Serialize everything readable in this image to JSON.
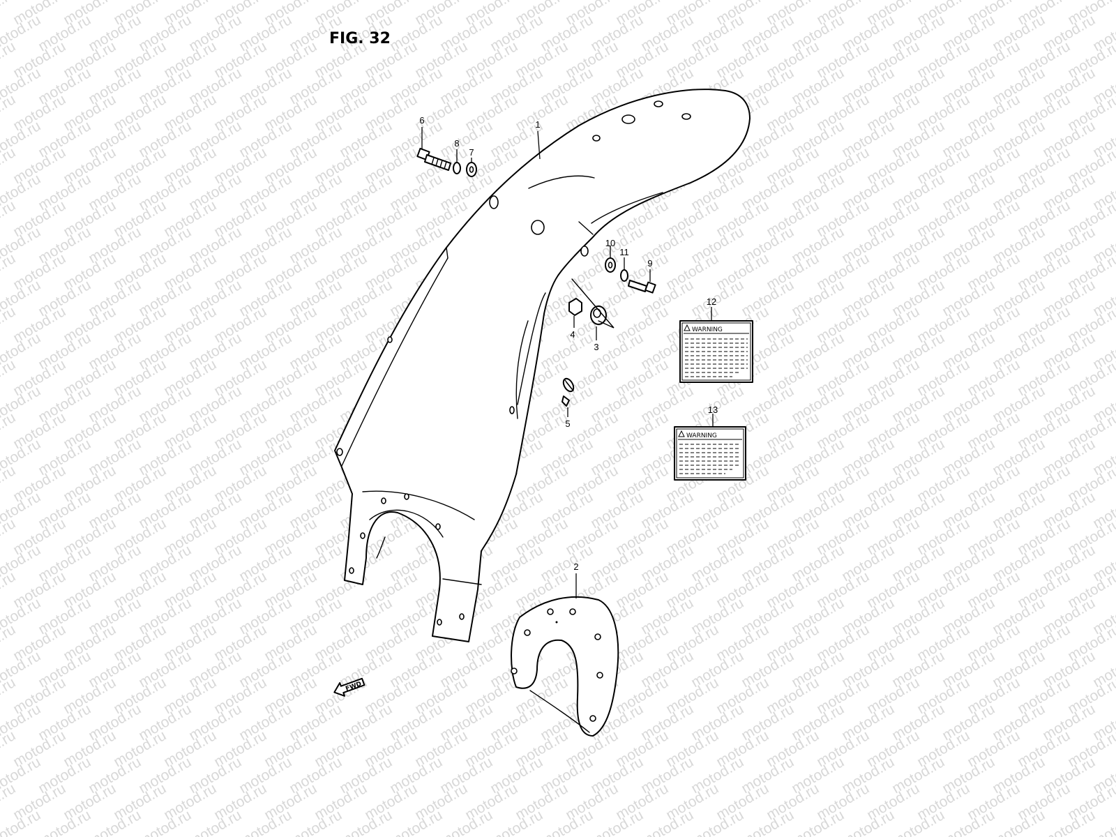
{
  "figure": {
    "title": "FIG. 32"
  },
  "watermark": {
    "text": "motod.ru"
  },
  "callouts": [
    {
      "id": "1",
      "label": "1"
    },
    {
      "id": "2",
      "label": "2"
    },
    {
      "id": "3",
      "label": "3"
    },
    {
      "id": "4",
      "label": "4"
    },
    {
      "id": "5",
      "label": "5"
    },
    {
      "id": "6",
      "label": "6"
    },
    {
      "id": "7",
      "label": "7"
    },
    {
      "id": "8",
      "label": "8"
    },
    {
      "id": "9",
      "label": "9"
    },
    {
      "id": "10",
      "label": "10"
    },
    {
      "id": "11",
      "label": "11"
    },
    {
      "id": "12",
      "label": "12"
    },
    {
      "id": "13",
      "label": "13"
    }
  ],
  "labels": {
    "warning_12": "WARNING",
    "warning_13": "WARNING",
    "fwd": "FWD"
  }
}
